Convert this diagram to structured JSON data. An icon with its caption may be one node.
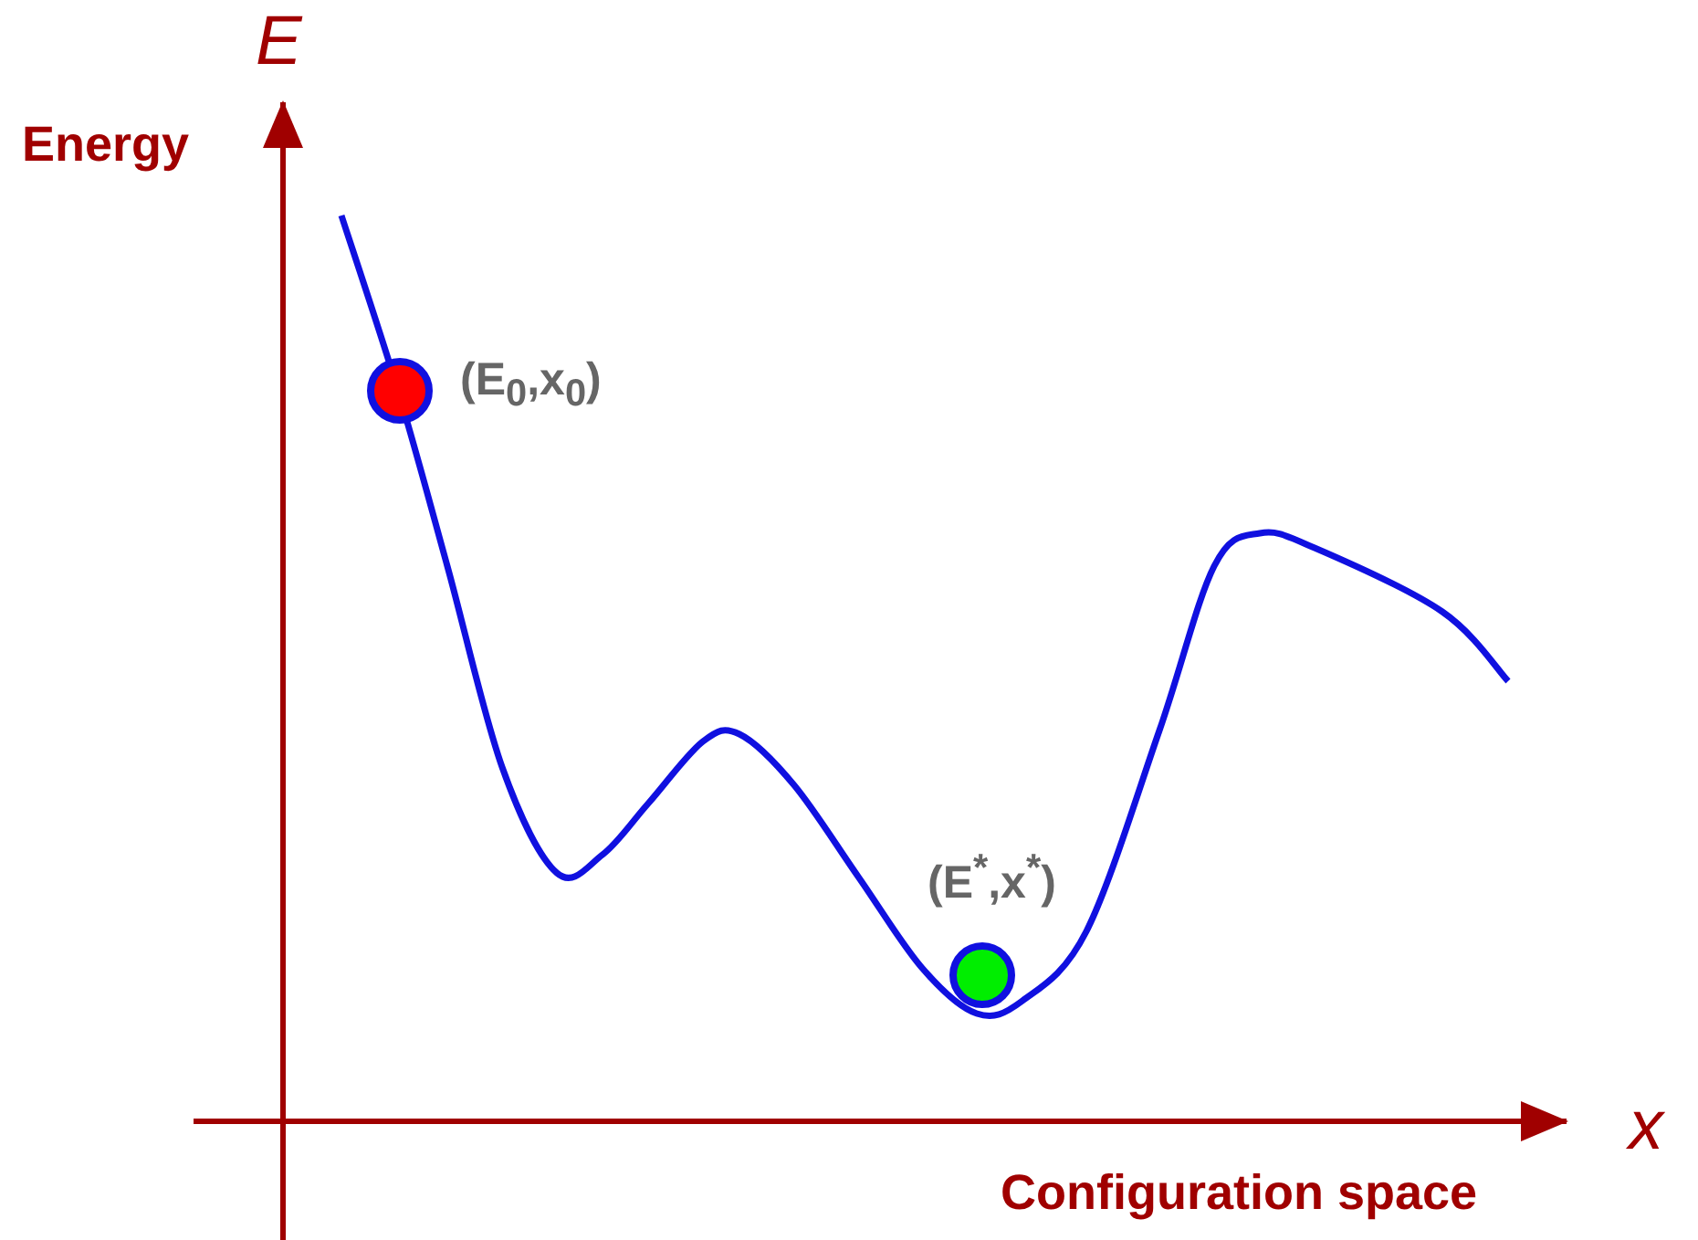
{
  "diagram": {
    "labels": [
      "E",
      "Energy",
      "(E$_{0}$,x$_{0}$)",
      "(E$^{*}$,x$^{*}$)",
      "x",
      "Configuration space"
    ]
  }
}
